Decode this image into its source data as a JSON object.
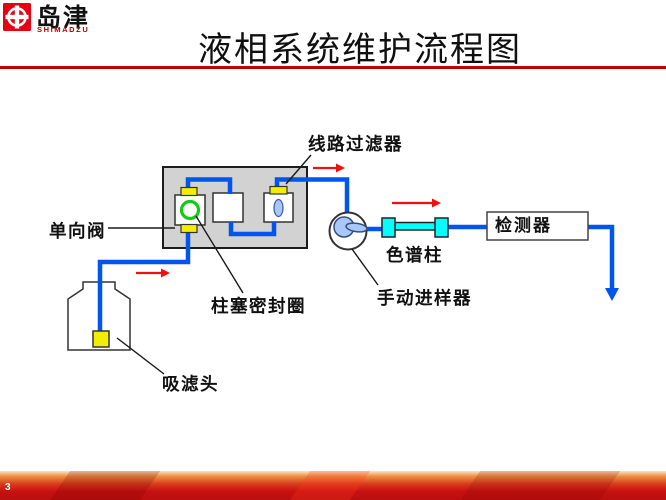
{
  "header": {
    "logo_cn": "岛津",
    "logo_en": "SHIMADZU",
    "title": "液相系统维护流程图"
  },
  "diagram": {
    "labels": {
      "line_filter": "线路过滤器",
      "check_valve": "单向阀",
      "plunger_seal": "柱塞密封圈",
      "manual_injector": "手动进样器",
      "column": "色谱柱",
      "detector": "检测器",
      "suction_filter": "吸滤头"
    }
  },
  "footer": {
    "page_number": "3"
  },
  "colors": {
    "accent-red": "#c40000",
    "tube-blue": "#0055ee",
    "fitting-yellow": "#f2ee00",
    "valve-green": "#11cc11",
    "column-cyan": "#00ffff",
    "injector-blue": "#a8c8f8",
    "pump-gray": "#d2d2d2",
    "arrow-red": "#ee1111",
    "logo-red": "#e60012"
  }
}
